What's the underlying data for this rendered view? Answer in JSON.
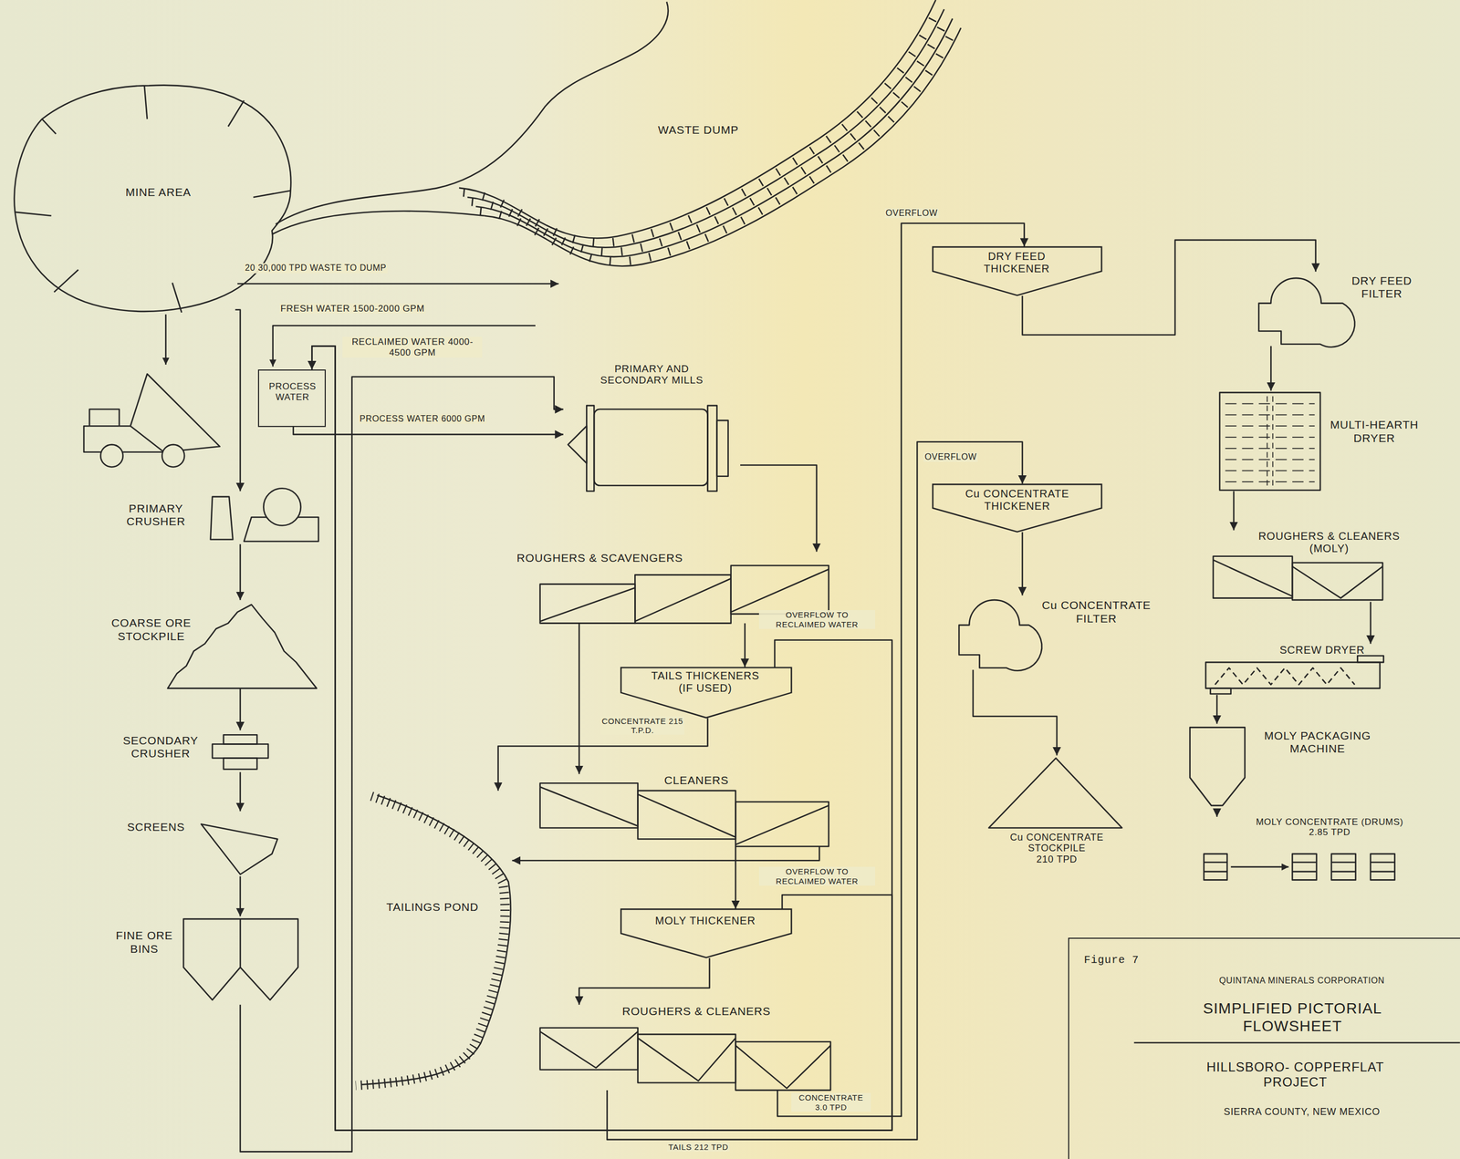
{
  "diagram": {
    "title": "SIMPLIFIED PICTORIAL FLOWSHEET",
    "nodes": [
      {
        "text": [
          "MINE AREA"
        ]
      },
      {
        "text": [
          "WASTE DUMP"
        ]
      },
      {
        "text": [
          "DRY FEED THICKENER"
        ]
      },
      {
        "text": [
          "DRY FEED FILTER"
        ]
      },
      {
        "text": [
          "PROCESS WATER"
        ]
      },
      {
        "text": [
          "PRIMARY AND SECONDARY MILLS"
        ]
      },
      {
        "text": [
          "MULTI-HEARTH DRYER"
        ]
      },
      {
        "text": [
          "PRIMARY CRUSHER"
        ]
      },
      {
        "text": [
          "Cu CONCENTRATE THICKENER"
        ]
      },
      {
        "text": [
          "ROUGHERS & CLEANERS",
          "(MOLY)"
        ]
      },
      {
        "text": [
          "ROUGHERS & SCAVENGERS"
        ]
      },
      {
        "text": [
          "Cu CONCENTRATE FILTER"
        ]
      },
      {
        "text": [
          "COARSE ORE STOCKPILE"
        ]
      },
      {
        "text": [
          "SCREW DRYER"
        ]
      },
      {
        "text": [
          "TAILS THICKENERS",
          "(IF USED)"
        ]
      },
      {
        "text": [
          "SECONDARY CRUSHER"
        ]
      },
      {
        "text": [
          "MOLY PACKAGING MACHINE"
        ]
      },
      {
        "text": [
          "CLEANERS"
        ]
      },
      {
        "text": [
          "Cu CONCENTRATE STOCKPILE",
          "210 TPD"
        ]
      },
      {
        "text": [
          "MOLY CONCENTRATE (DRUMS)",
          "2.85 TPD"
        ]
      },
      {
        "text": [
          "SCREENS"
        ]
      },
      {
        "text": [
          "TAILINGS POND"
        ]
      },
      {
        "text": [
          "MOLY THICKENER"
        ]
      },
      {
        "text": [
          "FINE ORE BINS"
        ]
      },
      {
        "text": [
          "ROUGHERS & CLEANERS"
        ]
      },
      {
        "text": [
          "Figure 7",
          "QUINTANA MINERALS CORPORATION",
          "HILLSBORO- COPPERFLAT PROJECT",
          "SIERRA COUNTY, NEW MEXICO"
        ]
      }
    ],
    "edges": [
      {
        "from": 0,
        "to": 1,
        "arrow": "to",
        "label": "20 30,000 TPD WASTE TO DUMP"
      },
      {
        "from": 0,
        "to": 7,
        "arrow": "to"
      },
      {
        "from": 7,
        "to": 12,
        "arrow": "to"
      },
      {
        "from": 12,
        "to": 15,
        "arrow": "to"
      },
      {
        "from": 15,
        "to": 20,
        "arrow": "to"
      },
      {
        "from": 20,
        "to": 23,
        "arrow": "to"
      },
      {
        "from": 23,
        "to": 5,
        "arrow": "to"
      },
      {
        "from": 4,
        "to": 5,
        "arrow": "to",
        "label": "PROCESS WATER 6000 GPM"
      },
      {
        "from": 5,
        "to": 10,
        "arrow": "to"
      },
      {
        "from": 10,
        "to": 14,
        "arrow": "to"
      },
      {
        "from": 10,
        "to": 17,
        "arrow": "to"
      },
      {
        "from": 14,
        "to": 21,
        "arrow": "to",
        "label": "CONCENTRATE 215 T.P.D."
      },
      {
        "from": 17,
        "to": 21,
        "arrow": "to"
      },
      {
        "from": 17,
        "to": 22,
        "arrow": "to"
      },
      {
        "from": 14,
        "to": 4,
        "arrow": "to",
        "label": "OVERFLOW TO RECLAIMED WATER"
      },
      {
        "from": 22,
        "to": 4,
        "arrow": "to",
        "label": "OVERFLOW TO RECLAIMED WATER"
      },
      {
        "from": 22,
        "to": 24,
        "arrow": "to"
      },
      {
        "from": 24,
        "to": 2,
        "arrow": "to",
        "label": "CONCENTRATE 3.0 TPD"
      },
      {
        "from": 24,
        "to": 8,
        "arrow": "to",
        "label": "TAILS 212 TPD"
      },
      {
        "from": 2,
        "to": 3,
        "arrow": "to"
      },
      {
        "from": 3,
        "to": 6,
        "arrow": "to"
      },
      {
        "from": 6,
        "to": 9,
        "arrow": "to"
      },
      {
        "from": 9,
        "to": 13,
        "arrow": "to"
      },
      {
        "from": 13,
        "to": 16,
        "arrow": "to"
      },
      {
        "from": 16,
        "to": 19,
        "arrow": "to"
      },
      {
        "from": 8,
        "to": 11,
        "arrow": "to"
      },
      {
        "from": 11,
        "to": 18,
        "arrow": "to"
      }
    ],
    "labels": [
      "FRESH WATER 1500-2000 GPM",
      "RECLAIMED WATER 4000-4500 GPM",
      "OVERFLOW",
      "OVERFLOW"
    ]
  }
}
